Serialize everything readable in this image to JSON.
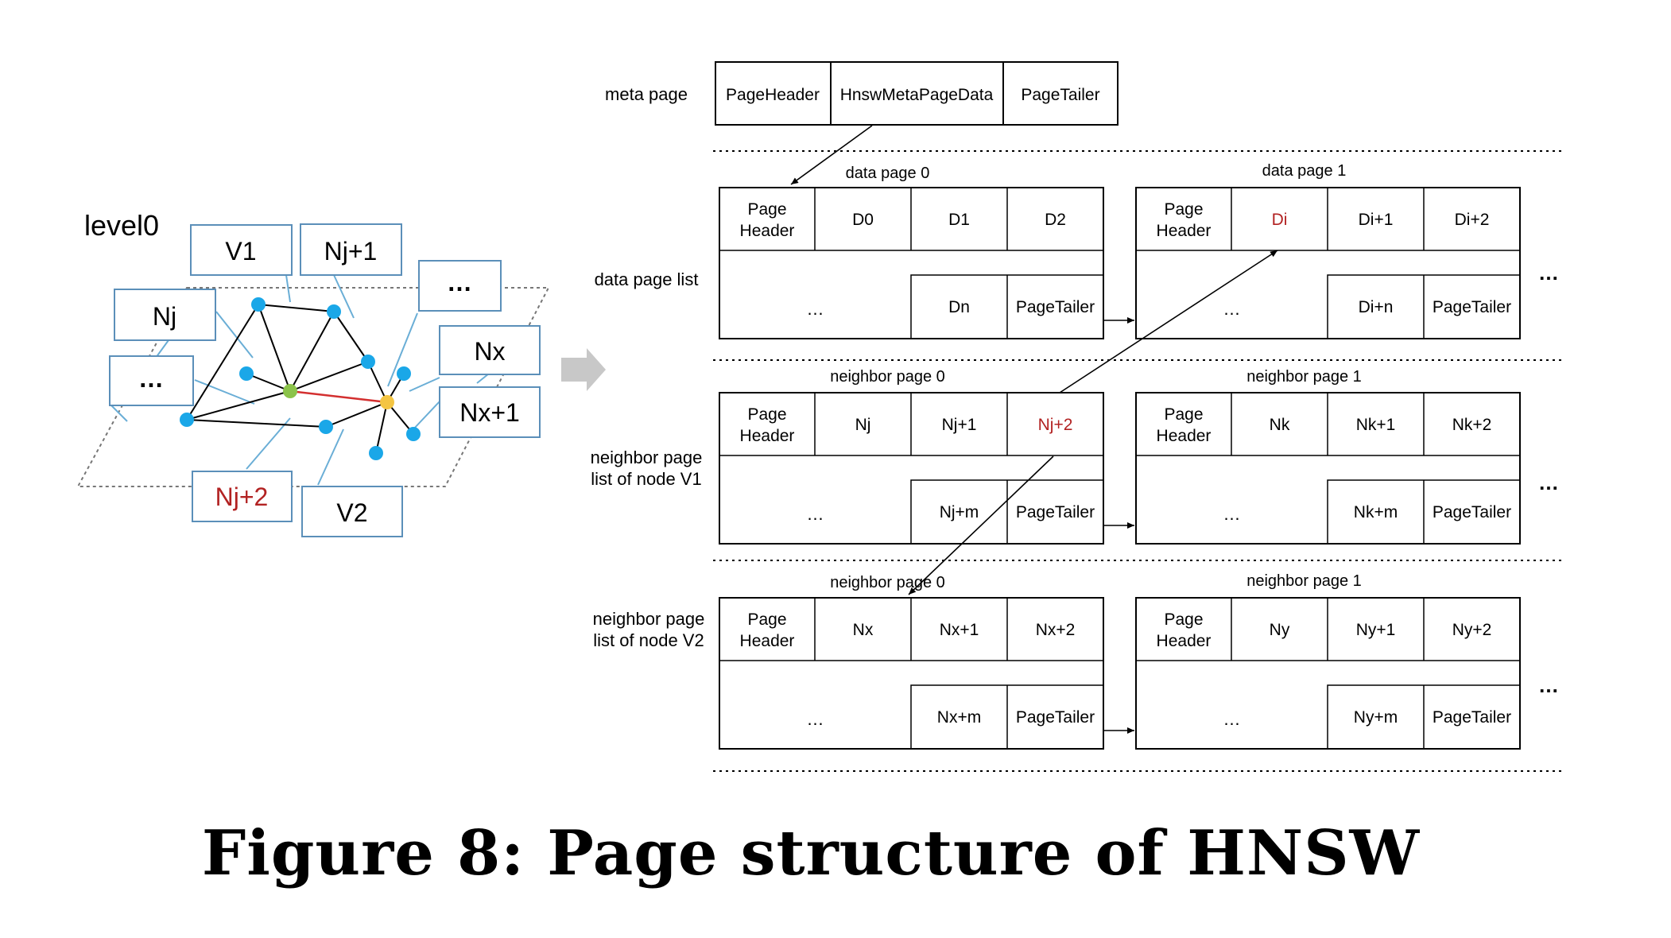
{
  "graph": {
    "level_label": "level0",
    "boxes": {
      "v1": "V1",
      "nj1": "Nj+1",
      "dots_top": "…",
      "nj": "Nj",
      "dots_left": "…",
      "nx": "Nx",
      "nx1": "Nx+1",
      "nj2": "Nj+2",
      "v2": "V2"
    }
  },
  "rows": {
    "meta": "meta page",
    "data": "data page list",
    "neighbor_v1": [
      "neighbor page",
      "list of node V1"
    ],
    "neighbor_v2": [
      "neighbor page",
      "list of node V2"
    ]
  },
  "meta_page": {
    "cells": [
      "PageHeader",
      "HnswMetaPageData",
      "PageTailer"
    ]
  },
  "pages": {
    "data0": {
      "title": "data page 0",
      "header": [
        "Page",
        "Header"
      ],
      "top": [
        "D0",
        "D1",
        "D2"
      ],
      "bottom": [
        "…",
        "Dn",
        "PageTailer"
      ]
    },
    "data1": {
      "title": "data page 1",
      "header": [
        "Page",
        "Header"
      ],
      "top": [
        "Di",
        "Di+1",
        "Di+2"
      ],
      "bottom": [
        "…",
        "Di+n",
        "PageTailer"
      ]
    },
    "nb1_0": {
      "title": "neighbor page 0",
      "header": [
        "Page",
        "Header"
      ],
      "top": [
        "Nj",
        "Nj+1",
        "Nj+2"
      ],
      "bottom": [
        "…",
        "Nj+m",
        "PageTailer"
      ]
    },
    "nb1_1": {
      "title": "neighbor page 1",
      "header": [
        "Page",
        "Header"
      ],
      "top": [
        "Nk",
        "Nk+1",
        "Nk+2"
      ],
      "bottom": [
        "…",
        "Nk+m",
        "PageTailer"
      ]
    },
    "nb2_0": {
      "title": "neighbor page 0",
      "header": [
        "Page",
        "Header"
      ],
      "top": [
        "Nx",
        "Nx+1",
        "Nx+2"
      ],
      "bottom": [
        "…",
        "Nx+m",
        "PageTailer"
      ]
    },
    "nb2_1": {
      "title": "neighbor page 1",
      "header": [
        "Page",
        "Header"
      ],
      "top": [
        "Ny",
        "Ny+1",
        "Ny+2"
      ],
      "bottom": [
        "…",
        "Ny+m",
        "PageTailer"
      ]
    }
  },
  "more": "…",
  "caption": "Figure 8: Page structure of HNSW",
  "colors": {
    "highlight": "#b22222",
    "node": "#1aa7e8",
    "box_border": "#5b8fb9",
    "edge": "#6aaed6",
    "entry_node": "#8bc34a",
    "selected_node": "#f4c542",
    "arrow": "#c8c8c8"
  }
}
